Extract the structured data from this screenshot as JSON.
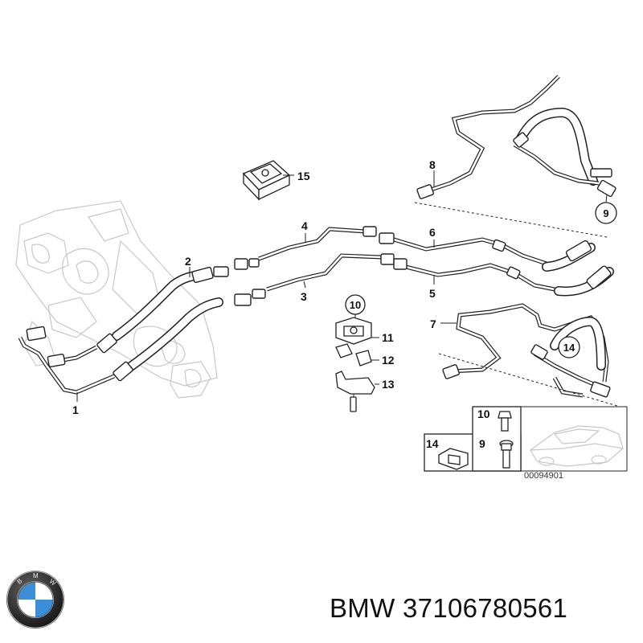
{
  "diagram": {
    "callouts": {
      "c1": "1",
      "c2": "2",
      "c3": "3",
      "c4": "4",
      "c5": "5",
      "c6": "6",
      "c7": "7",
      "c8": "8",
      "c9": "9",
      "c10": "10",
      "c11": "11",
      "c12": "12",
      "c13": "13",
      "c14": "14",
      "c15": "15"
    },
    "inset": {
      "label_10": "10",
      "label_9": "9",
      "label_14": "14",
      "code": "00094901"
    }
  },
  "logo": {
    "text": "BMW",
    "colors": {
      "ring": "#1a1a1a",
      "blue": "#3a8fd8",
      "white": "#ffffff"
    }
  },
  "footer": {
    "title": "BMW 37106780561"
  }
}
